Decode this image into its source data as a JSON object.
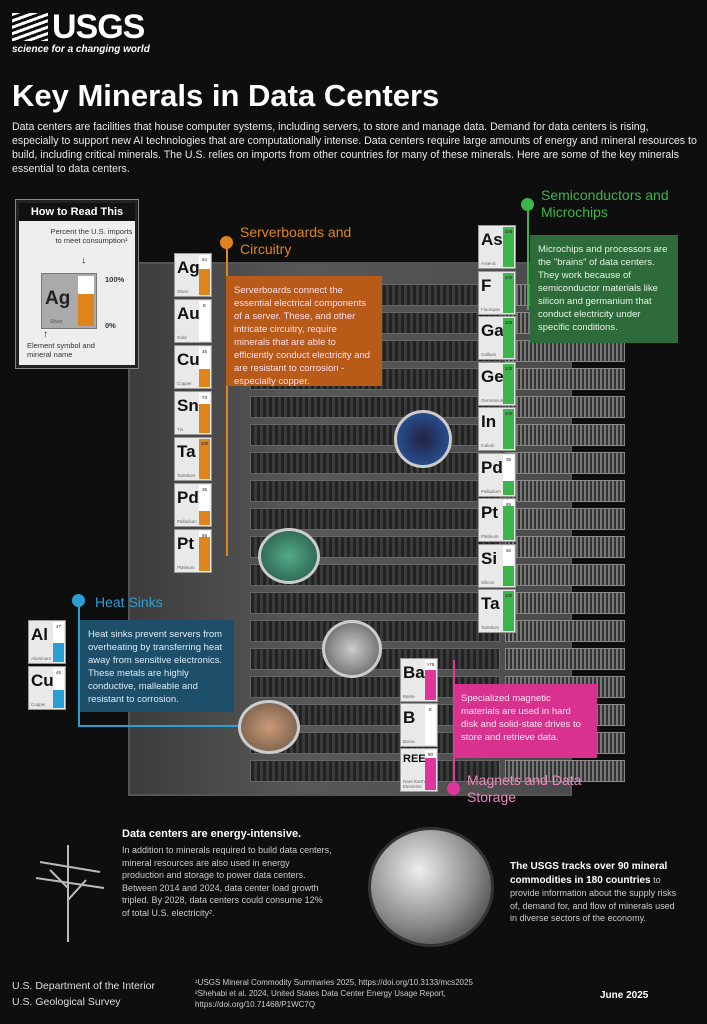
{
  "header": {
    "logo": "USGS",
    "tagline": "science for a changing world",
    "title": "Key Minerals in Data Centers",
    "intro": "Data centers are facilities that house computer systems, including servers, to store and manage data. Demand for data centers is rising, especially to support new AI technologies that are computationally intense. Data centers require large amounts of energy and mineral resources to build, including critical minerals. The U.S. relies on imports from other countries for many of these minerals. Here are some of the key minerals essential to data centers."
  },
  "how_to_read": {
    "title": "How to Read This",
    "percent_label": "Percent the U.S. imports to meet consumption¹",
    "top": "100%",
    "bottom": "0%",
    "element_label": "Element symbol and mineral name",
    "example": {
      "symbol": "Ag",
      "name": "Silver",
      "pct": 64,
      "value": "64"
    }
  },
  "colors": {
    "serverboards": "#e0851e",
    "semiconductors": "#3cb54a",
    "heat_sinks": "#2a9fd6",
    "magnets": "#e0359a"
  },
  "groups": [
    {
      "key": "serverboards",
      "title": "Serverboards and Circuitry",
      "text": "Serverboards connect the essential electrical components of a server. These, and other intricate circuitry, require minerals that are able to efficiently conduct electricity and are resistant to corrosion - especially copper.",
      "minerals": [
        {
          "symbol": "Ag",
          "name": "Silver",
          "pct": 64,
          "value": "64"
        },
        {
          "symbol": "Au",
          "name": "Gold",
          "pct": 0,
          "value": "E"
        },
        {
          "symbol": "Cu",
          "name": "Copper",
          "pct": 45,
          "value": "45"
        },
        {
          "symbol": "Sn",
          "name": "Tin",
          "pct": 73,
          "value": "73"
        },
        {
          "symbol": "Ta",
          "name": "Tantalum",
          "pct": 100,
          "value": "100"
        },
        {
          "symbol": "Pd",
          "name": "Palladium",
          "pct": 35,
          "value": "35"
        },
        {
          "symbol": "Pt",
          "name": "Platinum",
          "pct": 85,
          "value": "85"
        }
      ]
    },
    {
      "key": "semiconductors",
      "title": "Semiconductors and Microchips",
      "text": "Microchips and processors are the \"brains\" of data centers. They work because of semiconductor materials like silicon and germanium that conduct electricity under specific conditions.",
      "minerals": [
        {
          "symbol": "As",
          "name": "Arsenic",
          "pct": 100,
          "value": "100"
        },
        {
          "symbol": "F",
          "name": "Fluorspar",
          "pct": 100,
          "value": "100"
        },
        {
          "symbol": "Ga",
          "name": "Gallium",
          "pct": 100,
          "value": "100"
        },
        {
          "symbol": "Ge",
          "name": "Germanium",
          "pct": 100,
          "value": "100"
        },
        {
          "symbol": "In",
          "name": "Indium",
          "pct": 100,
          "value": "100"
        },
        {
          "symbol": "Pd",
          "name": "Palladium",
          "pct": 35,
          "value": "35"
        },
        {
          "symbol": "Pt",
          "name": "Platinum",
          "pct": 85,
          "value": "85"
        },
        {
          "symbol": "Si",
          "name": "Silicon",
          "pct": 50,
          "value": "50"
        },
        {
          "symbol": "Ta",
          "name": "Tantalum",
          "pct": 100,
          "value": "100"
        }
      ]
    },
    {
      "key": "heat_sinks",
      "title": "Heat Sinks",
      "text": "Heat sinks prevent servers from overheating by transferring heat away from sensitive electronics. These metals are highly conductive, malleable and resistant to corrosion.",
      "minerals": [
        {
          "symbol": "Al",
          "name": "Aluminum",
          "pct": 47,
          "value": "47"
        },
        {
          "symbol": "Cu",
          "name": "Copper",
          "pct": 45,
          "value": "45"
        }
      ]
    },
    {
      "key": "magnets",
      "title": "Magnets and Data Storage",
      "text": "Specialized magnetic materials are used in hard disk and solid-state drives to store and retrieve data.",
      "minerals": [
        {
          "symbol": "Ba",
          "name": "Barite",
          "pct": 75,
          "value": ">75"
        },
        {
          "symbol": "B",
          "name": "Boron",
          "pct": 0,
          "value": "E"
        },
        {
          "symbol": "REE",
          "name": "Rare Earth Elements",
          "pct": 80,
          "value": "80"
        }
      ]
    }
  ],
  "energy": {
    "title": "Data centers are energy-intensive.",
    "text": "In addition to minerals required to build data centers, mineral resources are also used in energy production and storage to power data centers. Between 2014 and 2024, data center load growth tripled. By 2028, data centers could consume 12% of total U.S. electricity².",
    "icon": "power-pole-icon"
  },
  "tracking": {
    "bold": "The USGS tracks over 90 mineral commodities in 180 countries",
    "text": " to provide information about the supply risks of, demand for, and flow of minerals used in diverse sectors of the economy.",
    "icon": "globe-icon"
  },
  "footer": {
    "org1": "U.S. Department of the Interior",
    "org2": "U.S. Geological Survey",
    "ref1": "¹USGS Mineral Commodity Summaries 2025, https://doi.org/10.3133/mcs2025",
    "ref2": "²Shehabi et al. 2024, United States Data Center Energy Usage Report, https://doi.org/10.71468/P1WC7Q",
    "date": "June 2025"
  }
}
